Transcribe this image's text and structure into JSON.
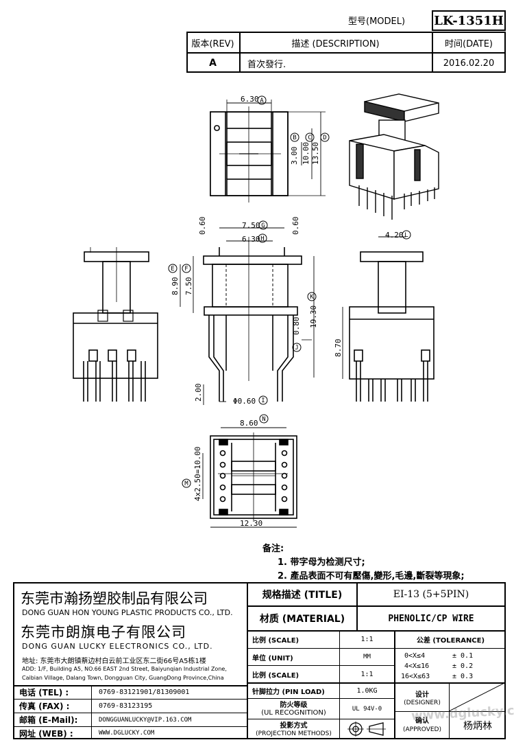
{
  "header": {
    "model_label": "型号(MODEL)",
    "model_value": "LK-1351H"
  },
  "revision_table": {
    "headers": [
      "版本(REV)",
      "描述 (DESCRIPTION)",
      "时间(DATE)"
    ],
    "rows": [
      {
        "rev": "A",
        "description": "首次發行.",
        "date": "2016.02.20"
      }
    ]
  },
  "dimensions": {
    "top_view": {
      "width_a": "6.30",
      "b": "3.00",
      "c": "10.00",
      "d": "13.50"
    },
    "front_view": {
      "g": "7.50",
      "h": "6.30",
      "left_gap": "0.60",
      "right_gap": "0.60",
      "e": "8.90",
      "f": "7.50",
      "k": "19.30",
      "j": "0.80",
      "pin_len": "2.00",
      "pin_dia": "Φ0.60"
    },
    "side_view": {
      "l": "4.20",
      "height": "8.70"
    },
    "bottom_view": {
      "n": "8.60",
      "m": "4x2.50=10.00",
      "width": "12.30"
    },
    "circle_labels": [
      "A",
      "B",
      "C",
      "D",
      "E",
      "F",
      "G",
      "H",
      "I",
      "J",
      "K",
      "L",
      "M",
      "N"
    ]
  },
  "notes": {
    "title": "备注:",
    "items": [
      "1. 带字母为检测尺寸;",
      "2. 產品表面不可有壓傷,變形,毛邊,斷裂等現象;"
    ]
  },
  "title_block": {
    "company_cn_1": "东莞市瀚扬塑胶制品有限公司",
    "company_en_1": "DONG GUAN HON YOUNG PLASTIC PRODUCTS CO., LTD.",
    "company_cn_2": "东莞市朗旗电子有限公司",
    "company_en_2": "DONG GUAN LUCKY ELECTRONICS CO., LTD.",
    "address_cn": "地址: 东莞市大朗镇蔡边村白云前工业区东二街66号A5栋1楼",
    "address_en_1": "ADD: 1/F, Building A5, NO.66 EAST 2nd Street, Baiyunqian Industrial Zone,",
    "address_en_2": "Caibian Village, Dalang Town, Dongguan City, GuangDong Province,China",
    "tel_label": "电话 (TEL) :",
    "tel_value": "0769-83121901/81309001",
    "fax_label": "传真 (FAX) :",
    "fax_value": "0769-83123195",
    "email_label": "邮箱 (E-Mail):",
    "email_value": "DONGGUANLUCKY@VIP.163.COM",
    "web_label": "网址 (WEB) :",
    "web_value": "WWW.DGLUCKY.COM",
    "title_label": "规格描述 (TITLE)",
    "title_value": "EI-13 (5+5PIN)",
    "material_label": "材质 (MATERIAL)",
    "material_value": "PHENOLIC/CP WIRE",
    "scale_label_1": "比例 (SCALE)",
    "scale_value_1": "1:1",
    "unit_label": "单位 (UNIT)",
    "unit_value": "MM",
    "scale_label_2": "比例 (SCALE)",
    "scale_value_2": "1:1",
    "pinload_label": "针脚拉力 (PIN LOAD)",
    "pinload_value": "1.0KG",
    "ul_label_1": "防火等级",
    "ul_label_2": "(UL RECOGNITION)",
    "ul_value": "UL 94V-0",
    "proj_label_1": "投影方式",
    "proj_label_2": "(PROJECTION METHODS)",
    "tolerance_label": "公差 (TOLERANCE)",
    "tolerance_rows": [
      {
        "range": "0<X≤4",
        "value": "± 0.1"
      },
      {
        "range": "4<X≤16",
        "value": "± 0.2"
      },
      {
        "range": "16<X≤63",
        "value": "± 0.3"
      }
    ],
    "designer_label_1": "设计",
    "designer_label_2": "(DESIGNER)",
    "approved_label_1": "确认",
    "approved_label_2": "(APPROVED)",
    "approved_value": "杨炳林"
  },
  "watermark": "www.dglucky.com"
}
